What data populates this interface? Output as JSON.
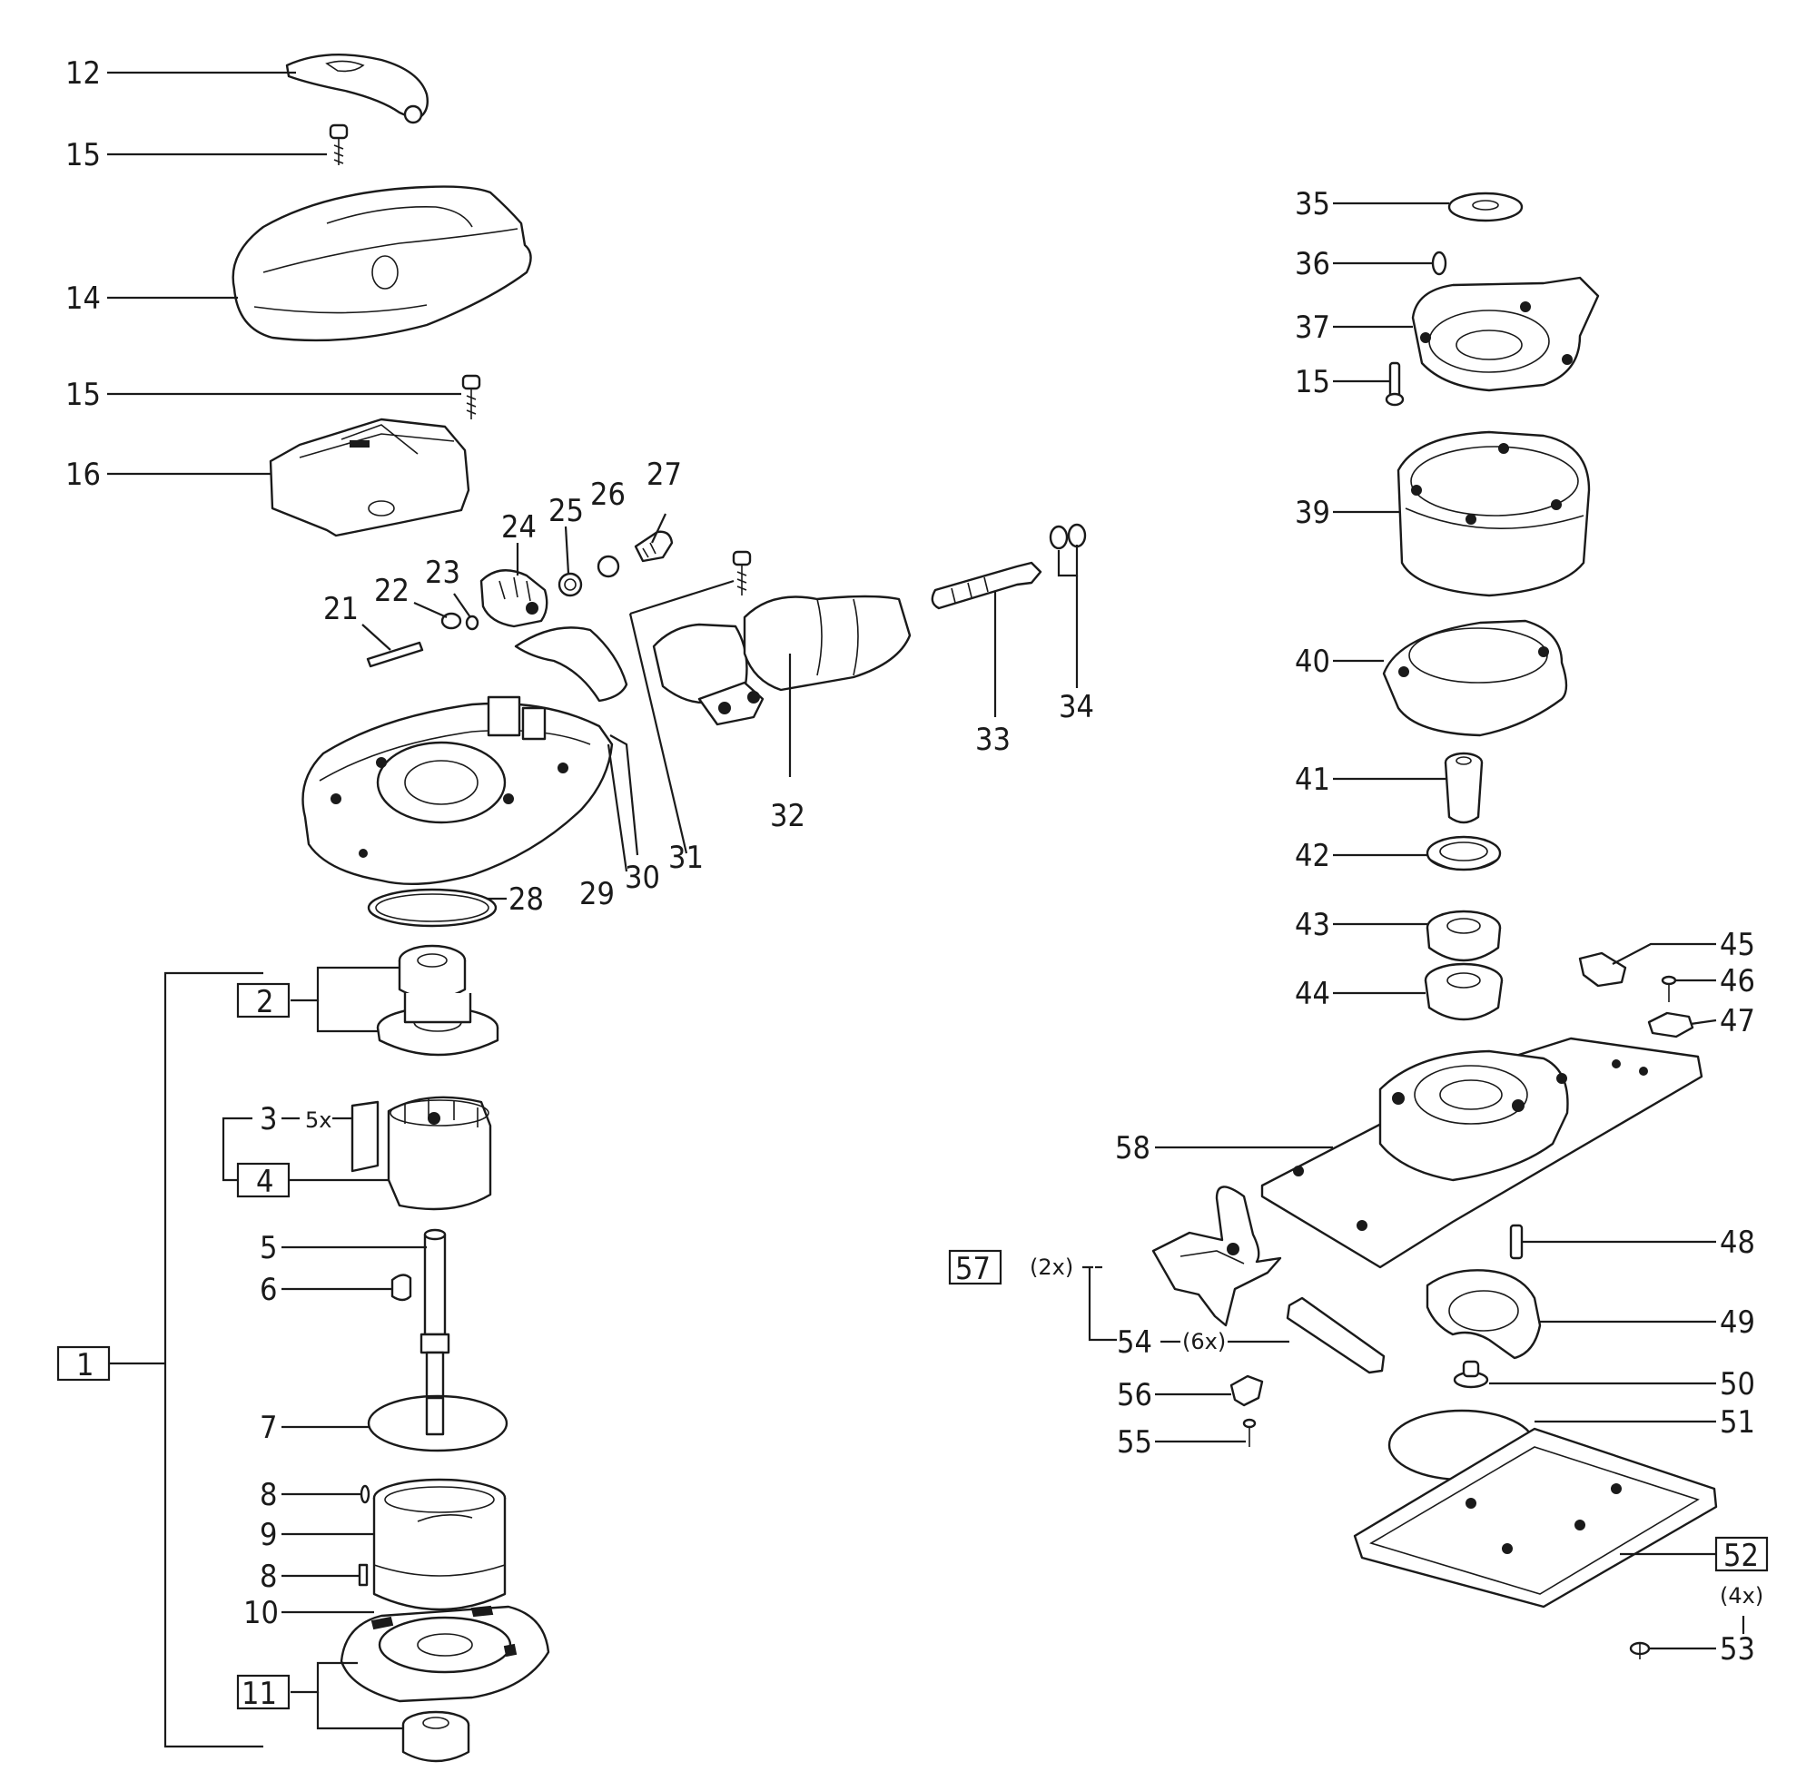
{
  "diagram": {
    "labels": {
      "p12": "12",
      "p15a": "15",
      "p14": "14",
      "p15b": "15",
      "p16": "16",
      "p21": "21",
      "p22": "22",
      "p23": "23",
      "p24": "24",
      "p25": "25",
      "p26": "26",
      "p27": "27",
      "p28": "28",
      "p29": "29",
      "p30": "30",
      "p31": "31",
      "p32": "32",
      "p33": "33",
      "p34": "34",
      "p1": "1",
      "p2": "2",
      "p3": "3",
      "p3qty": "5x",
      "p4": "4",
      "p5": "5",
      "p6": "6",
      "p7": "7",
      "p8a": "8",
      "p9": "9",
      "p8b": "8",
      "p10": "10",
      "p11": "11",
      "p35": "35",
      "p36": "36",
      "p37": "37",
      "p15c": "15",
      "p39": "39",
      "p40": "40",
      "p41": "41",
      "p42": "42",
      "p43": "43",
      "p44": "44",
      "p45": "45",
      "p46": "46",
      "p47": "47",
      "p58": "58",
      "p48": "48",
      "p57": "57",
      "p57qty": "(2x)",
      "p49": "49",
      "p54": "54",
      "p54qty": "(6x)",
      "p50": "50",
      "p56": "56",
      "p51": "51",
      "p55": "55",
      "p52": "52",
      "p52qty": "(4x)",
      "p53": "53"
    }
  }
}
